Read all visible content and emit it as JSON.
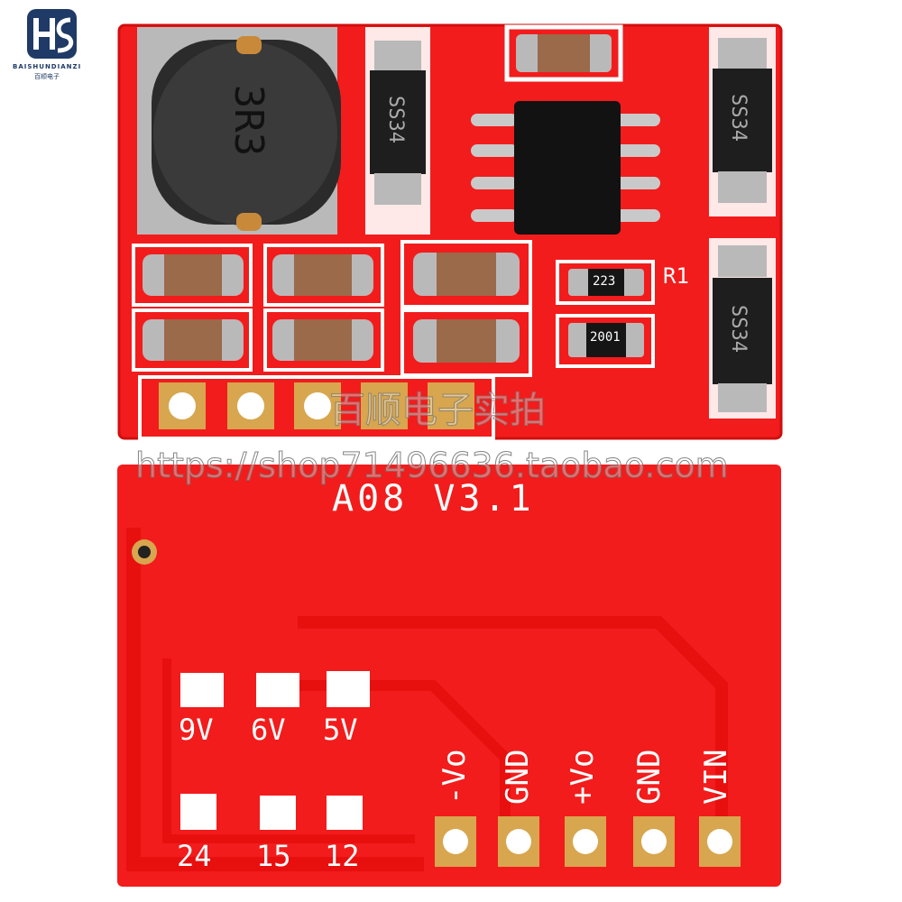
{
  "logo": {
    "brand_latin": "BAISHUNDIANZI",
    "brand_cn": "百顺电子"
  },
  "watermark": {
    "chinese": "百顺电子实拍",
    "url": "https://shop71496636.taobao.com"
  },
  "top_board": {
    "inductor_marking": "3R3",
    "diode_marking": "SS34",
    "resistor_r1_code": "223",
    "resistor_r2_code": "2001",
    "ref_label": "R1"
  },
  "bottom_board": {
    "title": "A08 V3.1",
    "voltage_jumpers": [
      "9V",
      "6V",
      "5V"
    ],
    "lower_jumpers": [
      "24",
      "15",
      "12"
    ],
    "pins": [
      "-Vo",
      "GND",
      "+Vo",
      "GND",
      "VIN"
    ]
  },
  "colors": {
    "pcb_red": "#f21c1c",
    "pad_gold": "#d7a64e",
    "silk": "#ffffff"
  }
}
